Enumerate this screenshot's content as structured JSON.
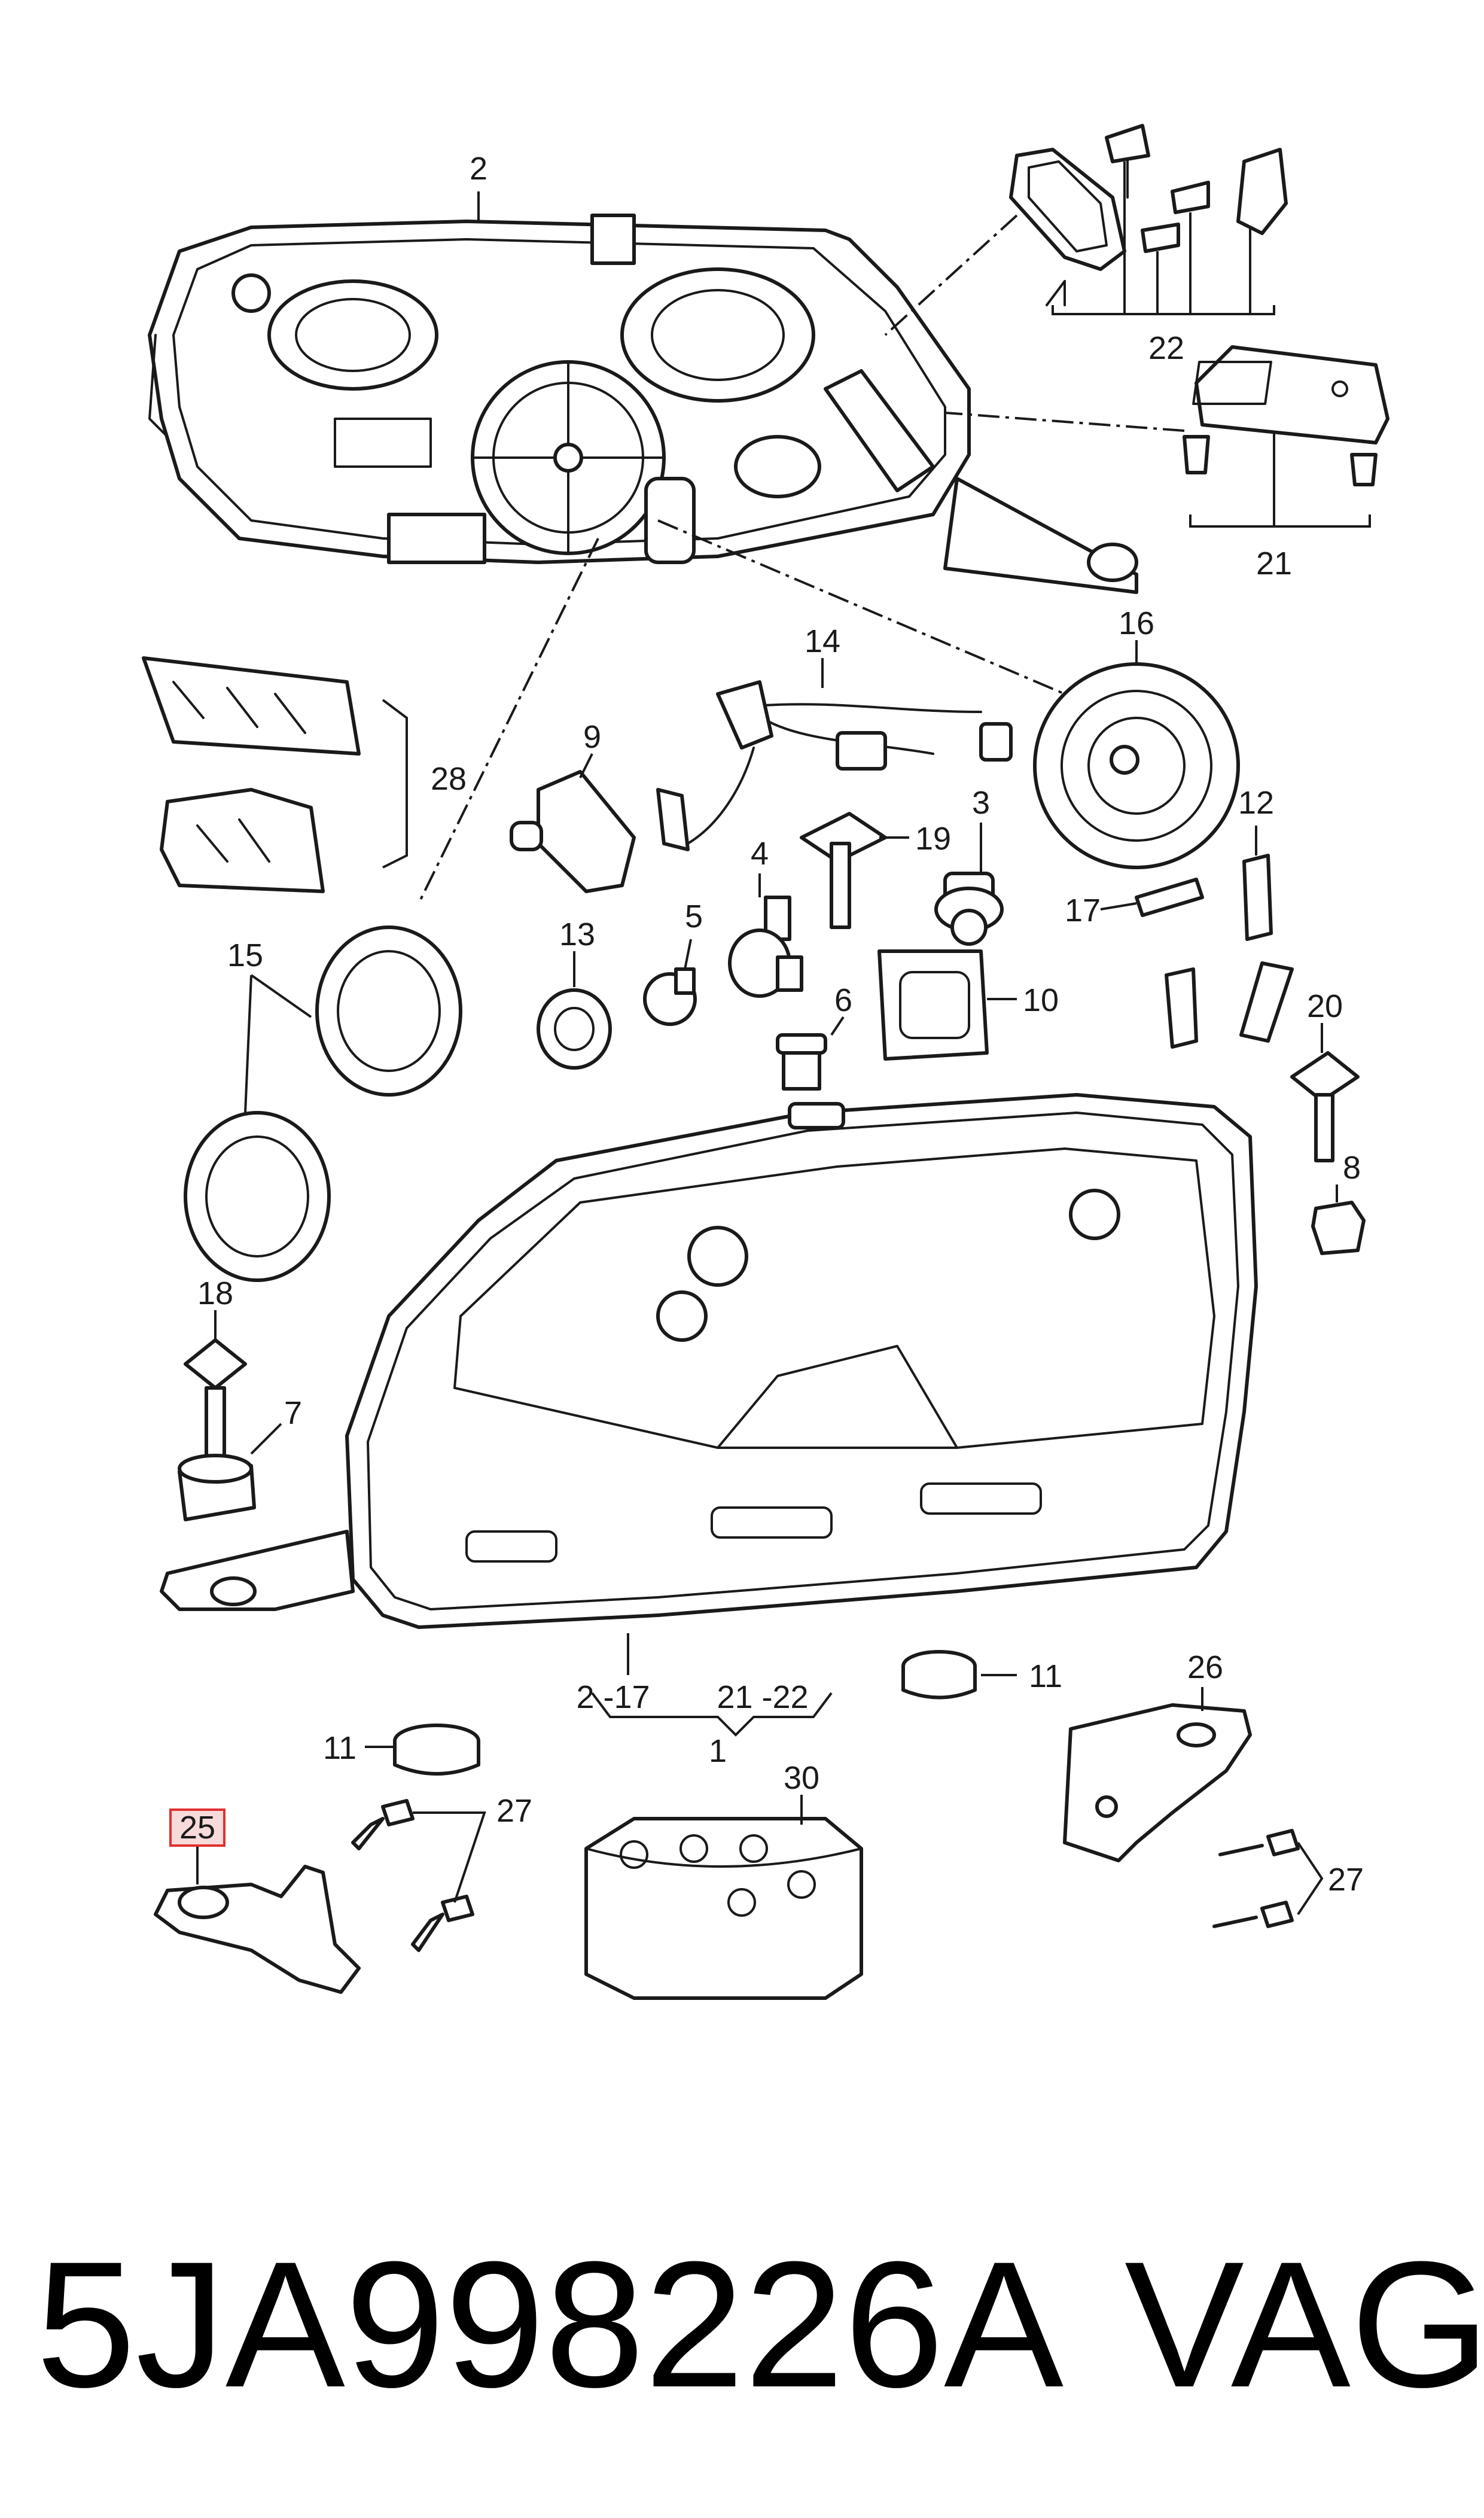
{
  "diagram": {
    "callouts": {
      "c1": "1",
      "c2": "2",
      "c3": "3",
      "c4": "4",
      "c5": "5",
      "c6": "6",
      "c7": "7",
      "c8": "8",
      "c9": "9",
      "c10": "10",
      "c11a": "11",
      "c11b": "11",
      "c12": "12",
      "c13": "13",
      "c14": "14",
      "c15": "15",
      "c16": "16",
      "c17": "17",
      "c18": "18",
      "c19": "19",
      "c20": "20",
      "c21": "21",
      "c22": "22",
      "c25": "25",
      "c26": "26",
      "c27a": "27",
      "c27b": "27",
      "c28": "28",
      "c30": "30",
      "range_a": "2 -17",
      "range_b": "21 -22"
    },
    "highlight_color": "#e03030",
    "highlight_fill": "#f7dada"
  },
  "caption": {
    "part_number": "5JA998226A",
    "brand": "VAG"
  }
}
